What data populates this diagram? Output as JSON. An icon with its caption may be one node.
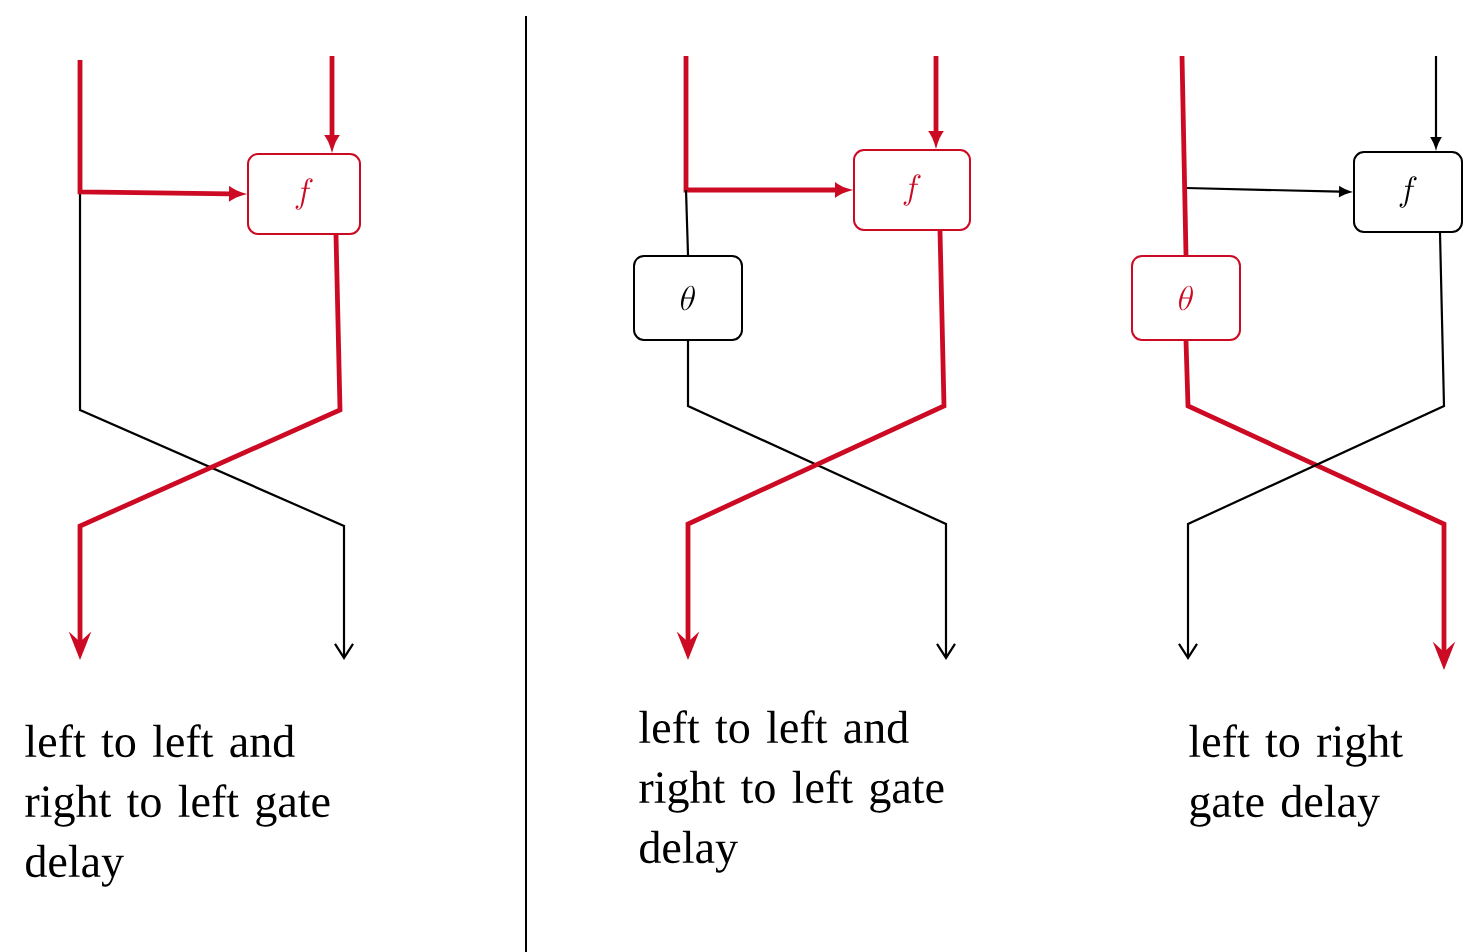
{
  "diagram": {
    "nodes": [
      {
        "text": [
          "f"
        ]
      },
      {
        "text": [
          "\\theta"
        ]
      },
      {
        "text": [
          "f"
        ]
      },
      {
        "text": [
          "\\theta"
        ]
      },
      {
        "text": [
          "f"
        ]
      }
    ],
    "edges": [
      {
        "from": null,
        "to": 0,
        "arrow": "to"
      },
      {
        "from": null,
        "to": 0,
        "arrow": "to"
      },
      {
        "from": 0,
        "to": null,
        "arrow": "to"
      },
      {
        "from": null,
        "to": 2,
        "arrow": "to"
      },
      {
        "from": null,
        "to": 2,
        "arrow": "to"
      },
      {
        "from": null,
        "to": 1,
        "arrow": "none",
        "color": "#000000"
      },
      {
        "from": 1,
        "to": null,
        "arrow": "to",
        "color": "#000000"
      },
      {
        "from": 2,
        "to": null,
        "arrow": "to"
      },
      {
        "from": null,
        "to": 4,
        "arrow": "to",
        "color": "#000000"
      },
      {
        "from": null,
        "to": 4,
        "arrow": "to",
        "color": "#000000"
      },
      {
        "from": null,
        "to": 3,
        "arrow": "none"
      },
      {
        "from": 3,
        "to": null,
        "arrow": "to"
      },
      {
        "from": 4,
        "to": null,
        "arrow": "to",
        "color": "#000000"
      }
    ],
    "labels": [
      "left to left and right to left gate delay",
      "left to left and right to left gate delay",
      "left to right gate delay"
    ]
  }
}
